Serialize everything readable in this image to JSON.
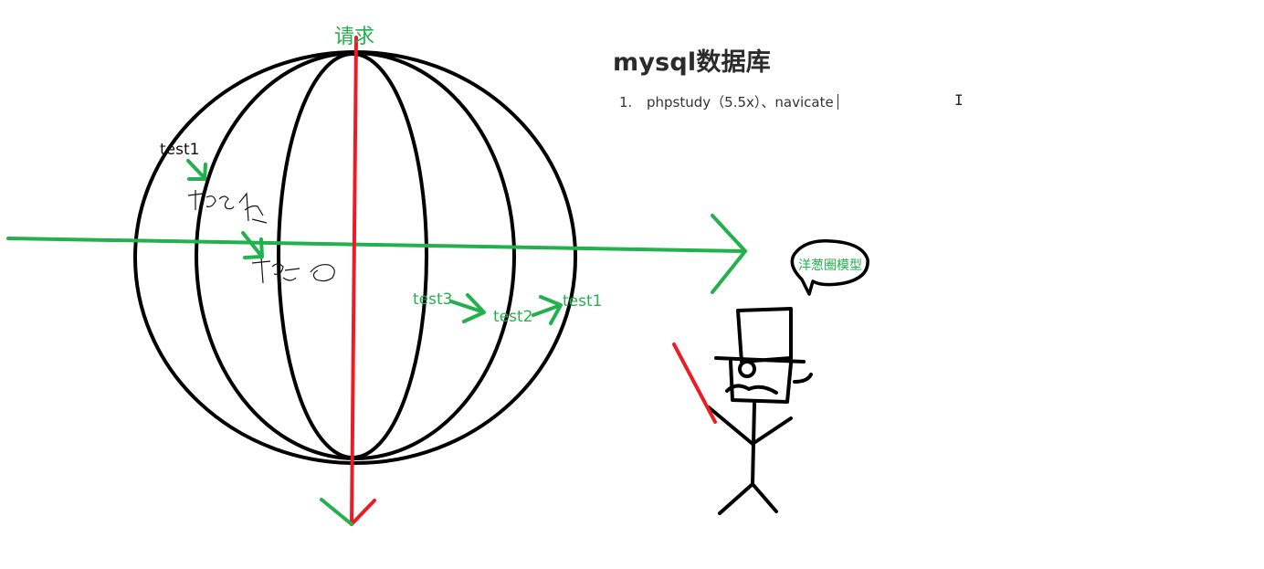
{
  "document": {
    "title": "mysql数据库",
    "list": [
      {
        "number": "1.",
        "text": "phpstudy（5.5x）、navicate"
      }
    ]
  },
  "sketch": {
    "request_label": "请求",
    "labels_left": [
      "test1"
    ],
    "labels_right": [
      "test3",
      "test2",
      "test1"
    ],
    "speech_bubble": "洋葱圈模型"
  },
  "colors": {
    "pen_black": "#000000",
    "pen_green": "#22b14c",
    "pen_red": "#ed1c24",
    "title_text": "#2b2b2b"
  }
}
